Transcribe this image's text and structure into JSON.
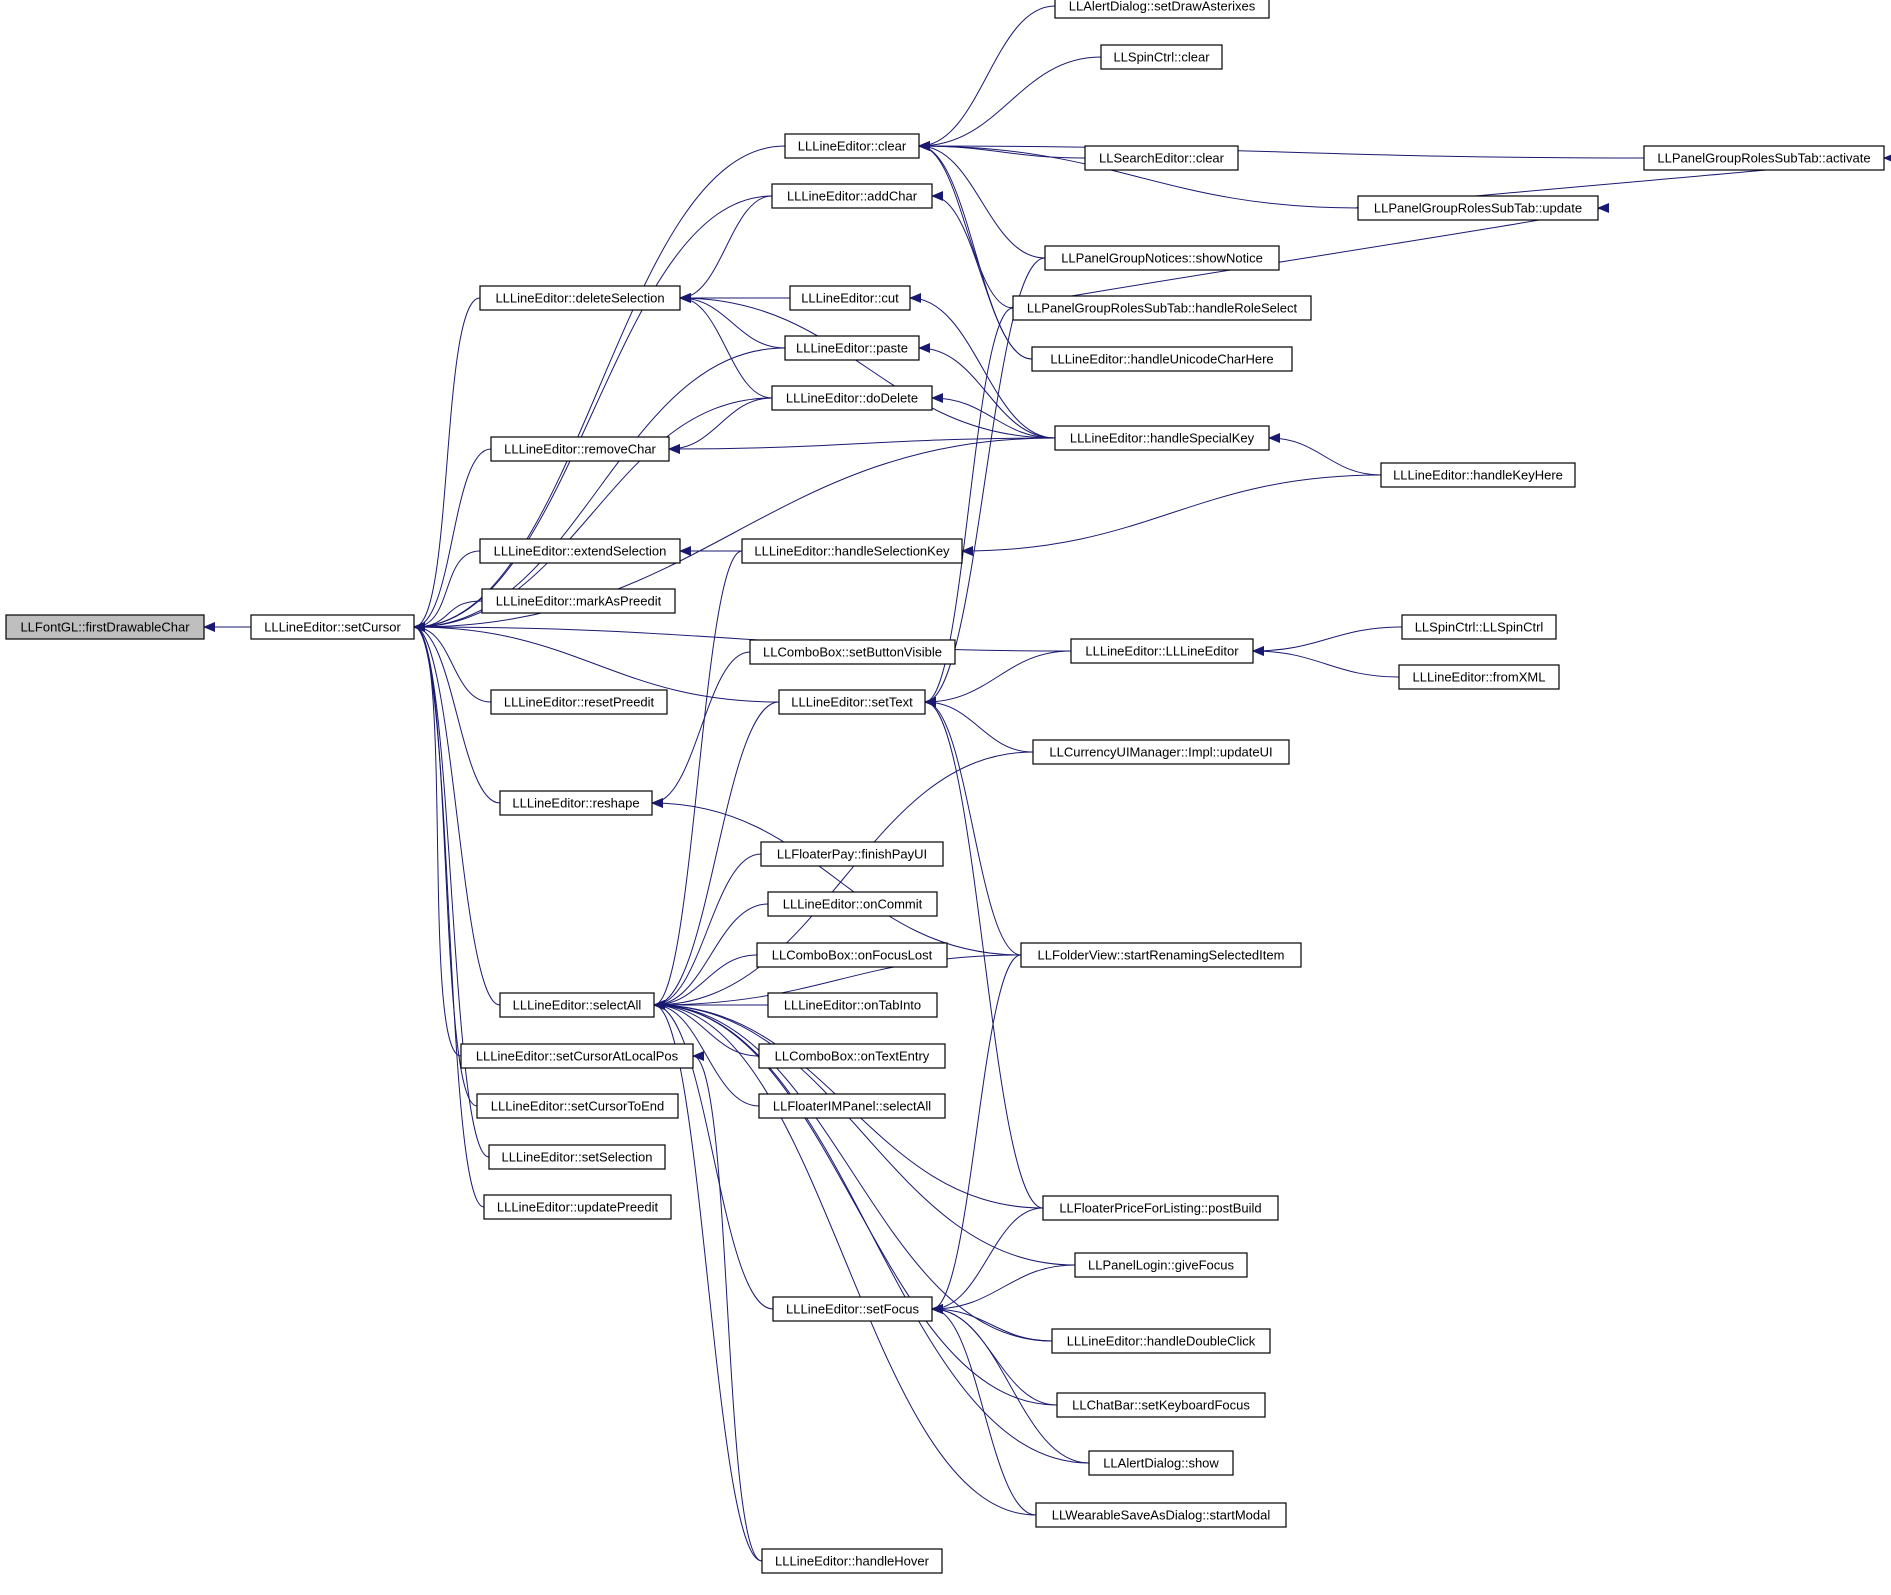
{
  "colors": {
    "edge": "#191970",
    "root_fill": "#bfbfbf",
    "node_fill": "#ffffff",
    "normal_border": "#000000",
    "truncated_border": "#ff0000"
  },
  "nodes": [
    {
      "id": "firstDrawableChar",
      "label": "LLFontGL::firstDrawableChar",
      "style": "root"
    },
    {
      "id": "setCursor",
      "label": "LLLineEditor::setCursor",
      "style": "normal"
    },
    {
      "id": "clear",
      "label": "LLLineEditor::clear",
      "style": "normal"
    },
    {
      "id": "addChar",
      "label": "LLLineEditor::addChar",
      "style": "normal"
    },
    {
      "id": "deleteSelection",
      "label": "LLLineEditor::deleteSelection",
      "style": "normal"
    },
    {
      "id": "cut",
      "label": "LLLineEditor::cut",
      "style": "normal"
    },
    {
      "id": "paste",
      "label": "LLLineEditor::paste",
      "style": "normal"
    },
    {
      "id": "doDelete",
      "label": "LLLineEditor::doDelete",
      "style": "normal"
    },
    {
      "id": "removeChar",
      "label": "LLLineEditor::removeChar",
      "style": "normal"
    },
    {
      "id": "extendSelection",
      "label": "LLLineEditor::extendSelection",
      "style": "normal"
    },
    {
      "id": "handleSelectionKey",
      "label": "LLLineEditor::handleSelectionKey",
      "style": "normal"
    },
    {
      "id": "markAsPreedit",
      "label": "LLLineEditor::markAsPreedit",
      "style": "normal"
    },
    {
      "id": "setButtonVisible",
      "label": "LLComboBox::setButtonVisible",
      "style": "normal"
    },
    {
      "id": "resetPreedit",
      "label": "LLLineEditor::resetPreedit",
      "style": "normal"
    },
    {
      "id": "setText",
      "label": "LLLineEditor::setText",
      "style": "truncated"
    },
    {
      "id": "reshape",
      "label": "LLLineEditor::reshape",
      "style": "normal"
    },
    {
      "id": "finishPayUI",
      "label": "LLFloaterPay::finishPayUI",
      "style": "truncated"
    },
    {
      "id": "onCommit",
      "label": "LLLineEditor::onCommit",
      "style": "truncated"
    },
    {
      "id": "onFocusLost",
      "label": "LLComboBox::onFocusLost",
      "style": "normal"
    },
    {
      "id": "selectAll",
      "label": "LLLineEditor::selectAll",
      "style": "normal"
    },
    {
      "id": "onTabInto",
      "label": "LLLineEditor::onTabInto",
      "style": "truncated"
    },
    {
      "id": "setCursorAtLocalPos",
      "label": "LLLineEditor::setCursorAtLocalPos",
      "style": "truncated"
    },
    {
      "id": "onTextEntry",
      "label": "LLComboBox::onTextEntry",
      "style": "truncated"
    },
    {
      "id": "setCursorToEnd",
      "label": "LLLineEditor::setCursorToEnd",
      "style": "truncated"
    },
    {
      "id": "imSelectAll",
      "label": "LLFloaterIMPanel::selectAll",
      "style": "normal"
    },
    {
      "id": "setSelection",
      "label": "LLLineEditor::setSelection",
      "style": "truncated"
    },
    {
      "id": "updatePreedit",
      "label": "LLLineEditor::updatePreedit",
      "style": "normal"
    },
    {
      "id": "setFocus",
      "label": "LLLineEditor::setFocus",
      "style": "truncated"
    },
    {
      "id": "handleHover",
      "label": "LLLineEditor::handleHover",
      "style": "normal"
    },
    {
      "id": "setDrawAsterixes",
      "label": "LLAlertDialog::setDrawAsterixes",
      "style": "truncated"
    },
    {
      "id": "spinClear",
      "label": "LLSpinCtrl::clear",
      "style": "truncated"
    },
    {
      "id": "searchClear",
      "label": "LLSearchEditor::clear",
      "style": "normal"
    },
    {
      "id": "showNotice",
      "label": "LLPanelGroupNotices::showNotice",
      "style": "truncated"
    },
    {
      "id": "handleRoleSelect",
      "label": "LLPanelGroupRolesSubTab::handleRoleSelect",
      "style": "normal"
    },
    {
      "id": "handleUnicodeCharHere",
      "label": "LLLineEditor::handleUnicodeCharHere",
      "style": "normal"
    },
    {
      "id": "handleSpecialKey",
      "label": "LLLineEditor::handleSpecialKey",
      "style": "normal"
    },
    {
      "id": "ctorLLLineEditor",
      "label": "LLLineEditor::LLLineEditor",
      "style": "normal"
    },
    {
      "id": "currencyUpdateUI",
      "label": "LLCurrencyUIManager::Impl::updateUI",
      "style": "truncated"
    },
    {
      "id": "startRenaming",
      "label": "LLFolderView::startRenamingSelectedItem",
      "style": "truncated"
    },
    {
      "id": "postBuild",
      "label": "LLFloaterPriceForListing::postBuild",
      "style": "normal"
    },
    {
      "id": "giveFocus",
      "label": "LLPanelLogin::giveFocus",
      "style": "truncated"
    },
    {
      "id": "handleDoubleClick",
      "label": "LLLineEditor::handleDoubleClick",
      "style": "normal"
    },
    {
      "id": "setKeyboardFocus",
      "label": "LLChatBar::setKeyboardFocus",
      "style": "truncated"
    },
    {
      "id": "alertShow",
      "label": "LLAlertDialog::show",
      "style": "truncated"
    },
    {
      "id": "startModal",
      "label": "LLWearableSaveAsDialog::startModal",
      "style": "truncated"
    },
    {
      "id": "groupRolesUpdate",
      "label": "LLPanelGroupRolesSubTab::update",
      "style": "normal"
    },
    {
      "id": "handleKeyHere",
      "label": "LLLineEditor::handleKeyHere",
      "style": "normal"
    },
    {
      "id": "spinCtor",
      "label": "LLSpinCtrl::LLSpinCtrl",
      "style": "truncated"
    },
    {
      "id": "fromXML",
      "label": "LLLineEditor::fromXML",
      "style": "normal"
    },
    {
      "id": "groupRolesActivate",
      "label": "LLPanelGroupRolesSubTab::activate",
      "style": "normal"
    }
  ],
  "edges": [
    [
      "setCursor",
      "firstDrawableChar"
    ],
    [
      "clear",
      "setCursor"
    ],
    [
      "addChar",
      "setCursor"
    ],
    [
      "deleteSelection",
      "setCursor"
    ],
    [
      "paste",
      "setCursor"
    ],
    [
      "doDelete",
      "setCursor"
    ],
    [
      "removeChar",
      "setCursor"
    ],
    [
      "handleSpecialKey",
      "setCursor"
    ],
    [
      "extendSelection",
      "setCursor"
    ],
    [
      "markAsPreedit",
      "setCursor"
    ],
    [
      "ctorLLLineEditor",
      "setCursor"
    ],
    [
      "resetPreedit",
      "setCursor"
    ],
    [
      "setText",
      "setCursor"
    ],
    [
      "reshape",
      "setCursor"
    ],
    [
      "selectAll",
      "setCursor"
    ],
    [
      "setCursorAtLocalPos",
      "setCursor"
    ],
    [
      "setCursorToEnd",
      "setCursor"
    ],
    [
      "setSelection",
      "setCursor"
    ],
    [
      "updatePreedit",
      "setCursor"
    ],
    [
      "setDrawAsterixes",
      "clear"
    ],
    [
      "spinClear",
      "clear"
    ],
    [
      "searchClear",
      "clear"
    ],
    [
      "groupRolesActivate",
      "clear"
    ],
    [
      "groupRolesUpdate",
      "clear"
    ],
    [
      "showNotice",
      "clear"
    ],
    [
      "handleRoleSelect",
      "clear"
    ],
    [
      "handleUnicodeCharHere",
      "clear"
    ],
    [
      "addChar",
      "deleteSelection"
    ],
    [
      "cut",
      "deleteSelection"
    ],
    [
      "paste",
      "deleteSelection"
    ],
    [
      "doDelete",
      "deleteSelection"
    ],
    [
      "handleSpecialKey",
      "deleteSelection"
    ],
    [
      "handleUnicodeCharHere",
      "addChar"
    ],
    [
      "handleSpecialKey",
      "cut"
    ],
    [
      "handleSpecialKey",
      "paste"
    ],
    [
      "handleSpecialKey",
      "doDelete"
    ],
    [
      "doDelete",
      "removeChar"
    ],
    [
      "handleSpecialKey",
      "removeChar"
    ],
    [
      "handleSelectionKey",
      "extendSelection"
    ],
    [
      "handleKeyHere",
      "handleSpecialKey"
    ],
    [
      "handleKeyHere",
      "handleSelectionKey"
    ],
    [
      "groupRolesUpdate",
      "groupRolesActivate"
    ],
    [
      "handleRoleSelect",
      "groupRolesUpdate"
    ],
    [
      "spinCtor",
      "ctorLLLineEditor"
    ],
    [
      "fromXML",
      "ctorLLLineEditor"
    ],
    [
      "ctorLLLineEditor",
      "setText"
    ],
    [
      "showNotice",
      "setText"
    ],
    [
      "handleRoleSelect",
      "setText"
    ],
    [
      "currencyUpdateUI",
      "setText"
    ],
    [
      "startRenaming",
      "setText"
    ],
    [
      "postBuild",
      "setText"
    ],
    [
      "setButtonVisible",
      "reshape"
    ],
    [
      "startRenaming",
      "reshape"
    ],
    [
      "setText",
      "selectAll"
    ],
    [
      "handleSelectionKey",
      "selectAll"
    ],
    [
      "currencyUpdateUI",
      "selectAll"
    ],
    [
      "finishPayUI",
      "selectAll"
    ],
    [
      "onCommit",
      "selectAll"
    ],
    [
      "onFocusLost",
      "selectAll"
    ],
    [
      "onTabInto",
      "selectAll"
    ],
    [
      "onTextEntry",
      "selectAll"
    ],
    [
      "imSelectAll",
      "selectAll"
    ],
    [
      "startRenaming",
      "selectAll"
    ],
    [
      "postBuild",
      "selectAll"
    ],
    [
      "giveFocus",
      "selectAll"
    ],
    [
      "setFocus",
      "selectAll"
    ],
    [
      "handleDoubleClick",
      "selectAll"
    ],
    [
      "setKeyboardFocus",
      "selectAll"
    ],
    [
      "alertShow",
      "selectAll"
    ],
    [
      "startModal",
      "selectAll"
    ],
    [
      "handleHover",
      "selectAll"
    ],
    [
      "handleHover",
      "setCursorAtLocalPos"
    ],
    [
      "startRenaming",
      "setFocus"
    ],
    [
      "postBuild",
      "setFocus"
    ],
    [
      "giveFocus",
      "setFocus"
    ],
    [
      "handleDoubleClick",
      "setFocus"
    ],
    [
      "setKeyboardFocus",
      "setFocus"
    ],
    [
      "alertShow",
      "setFocus"
    ],
    [
      "startModal",
      "setFocus"
    ]
  ]
}
